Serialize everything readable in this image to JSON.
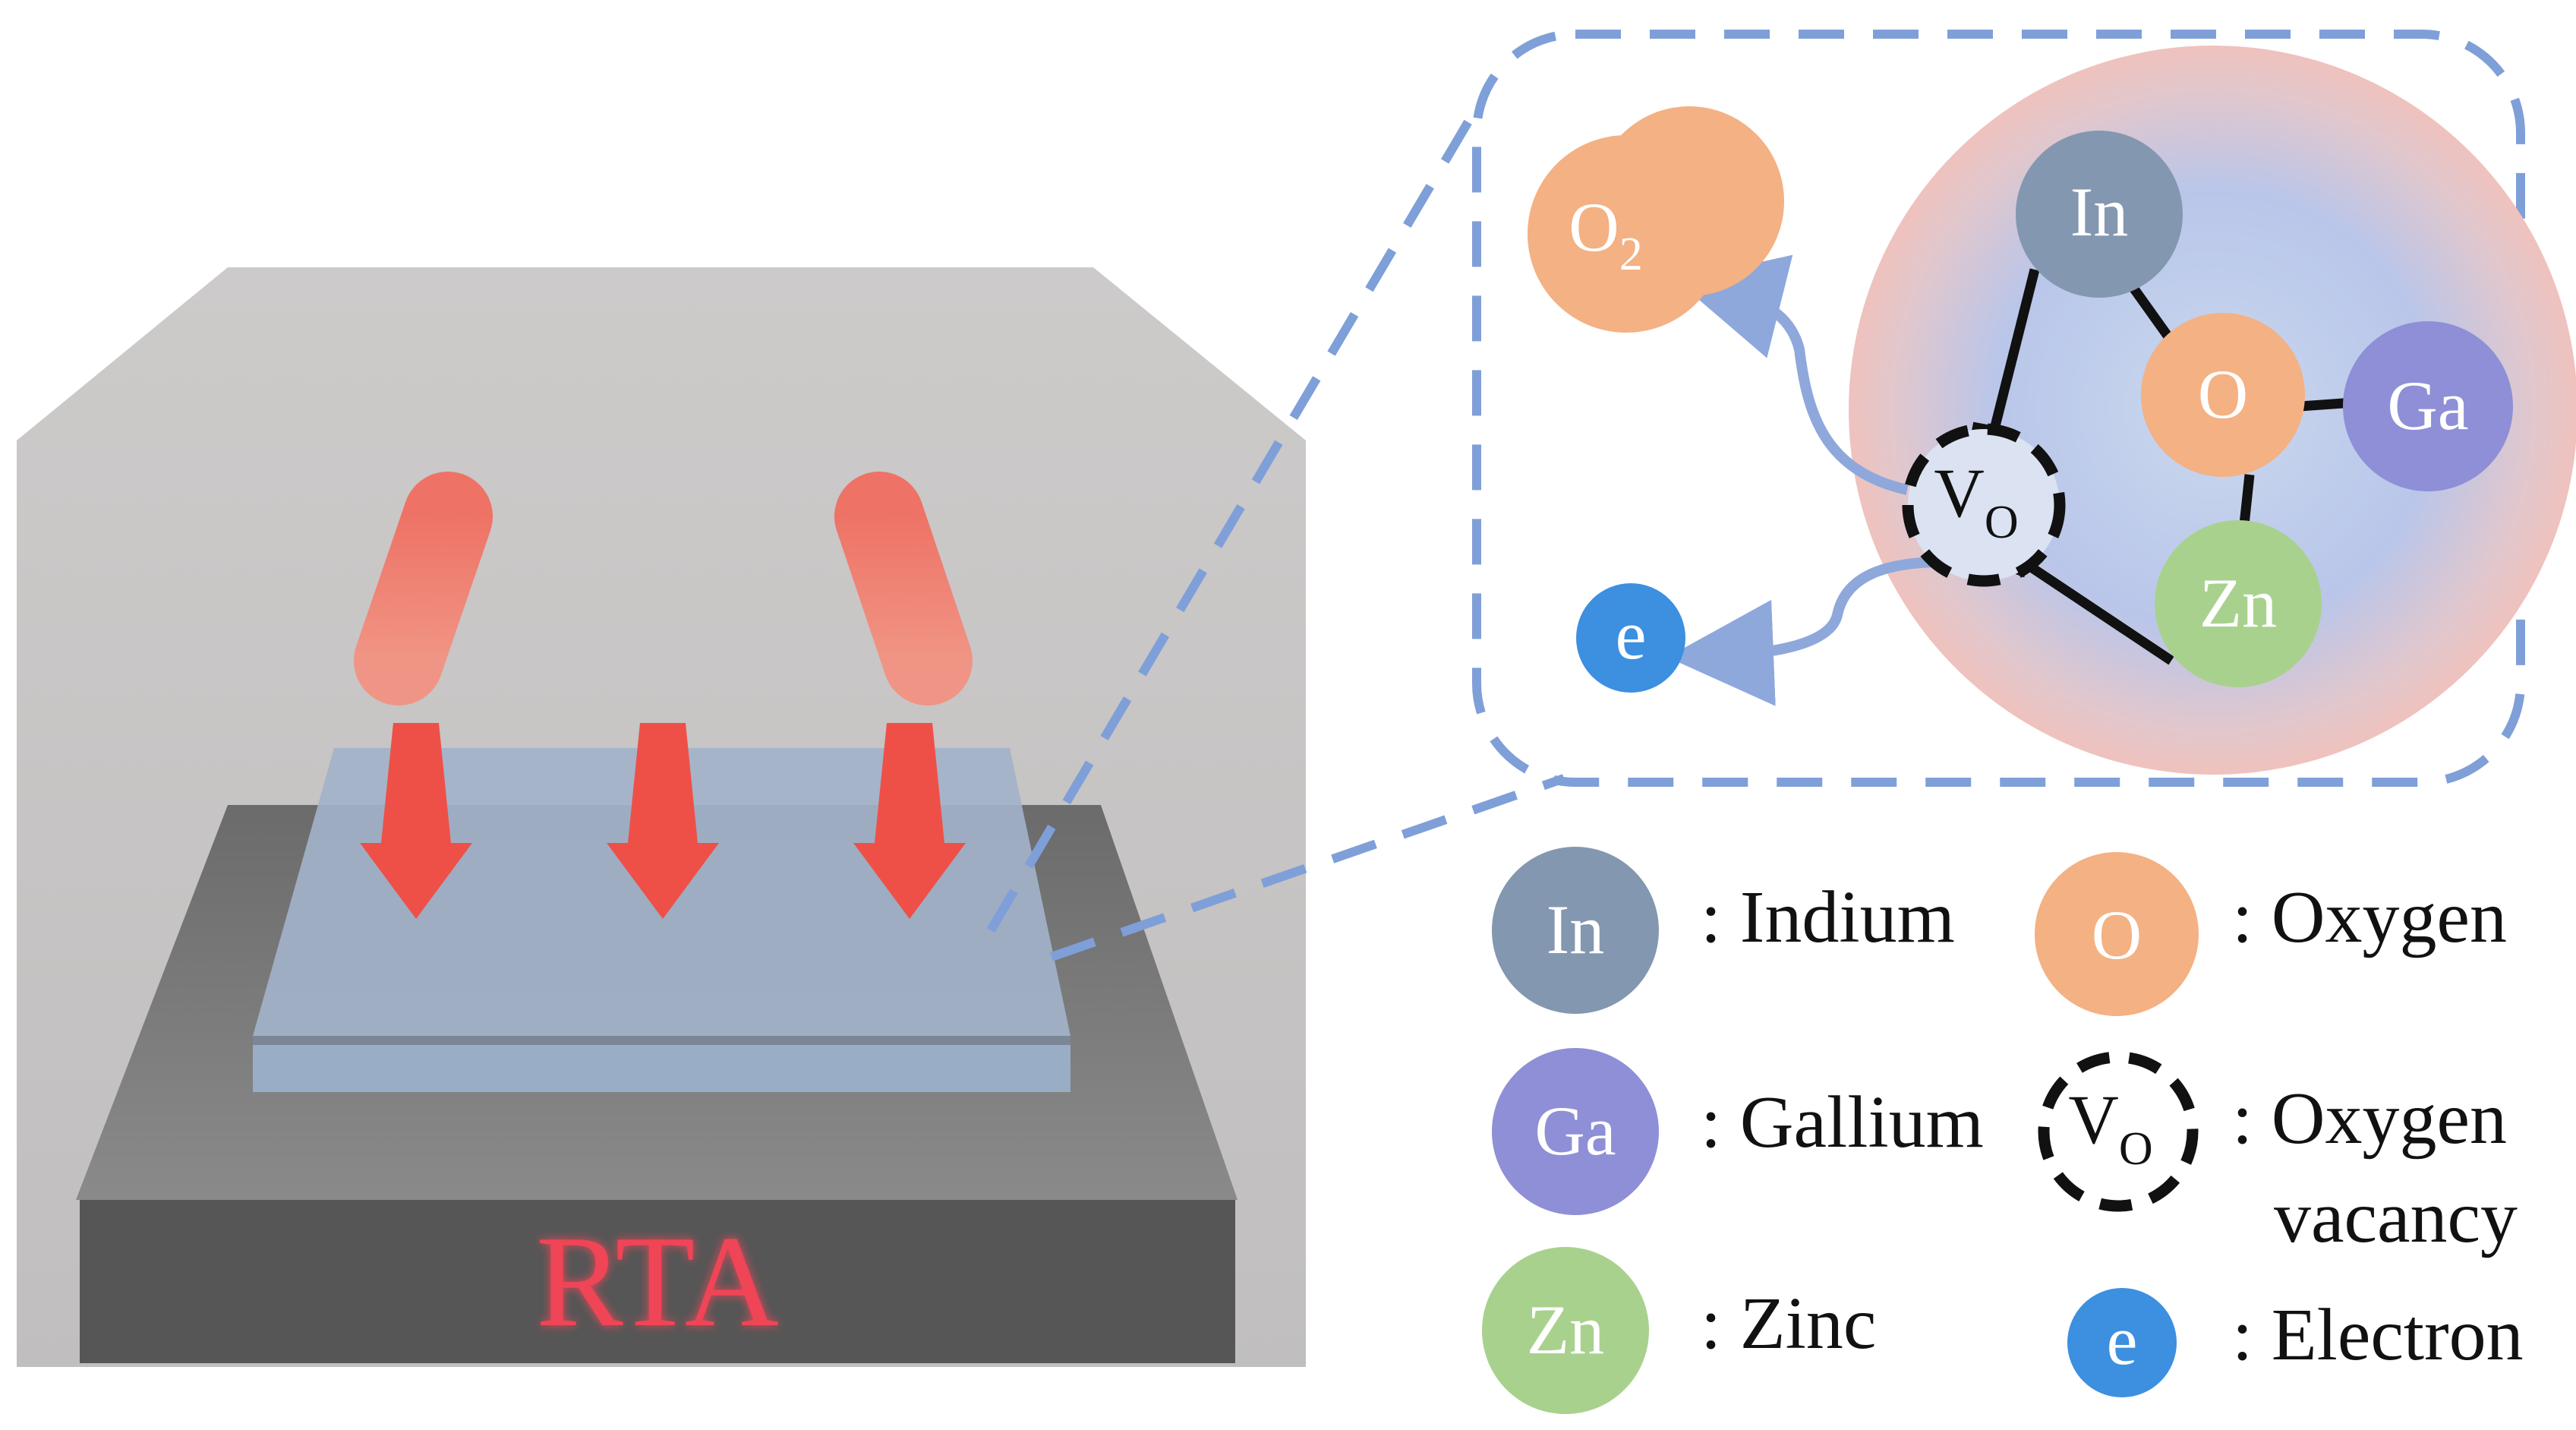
{
  "device": {
    "label": "RTA",
    "label_color": "#ea3d52",
    "arrow_color": "#ee5b52",
    "glass_color": "#c9c6c6",
    "film_color": "#9aacc4",
    "substrate_color": "#5a5a5a"
  },
  "zoom": {
    "border_color": "#7f9fd8",
    "o2_main": "O",
    "o2_sub": "2",
    "electron": "e",
    "vo_main": "V",
    "vo_sub": "O",
    "atoms": {
      "in": "In",
      "o": "O",
      "ga": "Ga",
      "zn": "Zn"
    }
  },
  "legend": {
    "items": [
      {
        "symbol": "In",
        "label": ": Indium"
      },
      {
        "symbol": "O",
        "label": ": Oxygen"
      },
      {
        "symbol": "Ga",
        "label": ": Gallium"
      },
      {
        "symbol": "V",
        "symbol_sub": "O",
        "label_line1": ": Oxygen",
        "label_line2": "vacancy"
      },
      {
        "symbol": "Zn",
        "label": ": Zinc"
      },
      {
        "symbol": "e",
        "label": ": Electron"
      }
    ]
  },
  "colors": {
    "indium": "#8497b0",
    "oxygen": "#f4b183",
    "gallium": "#8e8fd6",
    "zinc": "#a9d18e",
    "electron": "#3d8fe0"
  }
}
